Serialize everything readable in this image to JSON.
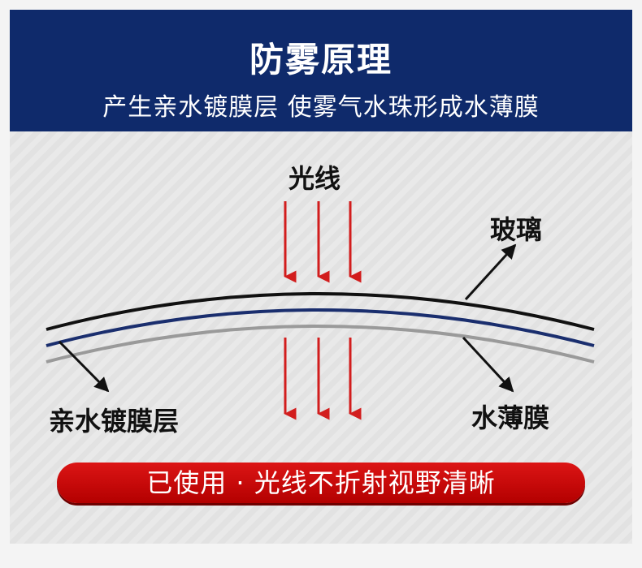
{
  "header": {
    "title": "防雾原理",
    "subtitle": "产生亲水镀膜层 使雾气水珠形成水薄膜"
  },
  "diagram": {
    "light_label": "光线",
    "glass_label": "玻璃",
    "coating_label": "亲水镀膜层",
    "water_film_label": "水薄膜",
    "colors": {
      "arrow_red": "#d21d1d",
      "glass_line": "#111111",
      "coating_line": "#1a2e6e",
      "film_line": "#9a9a9a"
    }
  },
  "banner": {
    "text": "已使用 · 光线不折射视野清晰",
    "color": "#c90a0a"
  }
}
